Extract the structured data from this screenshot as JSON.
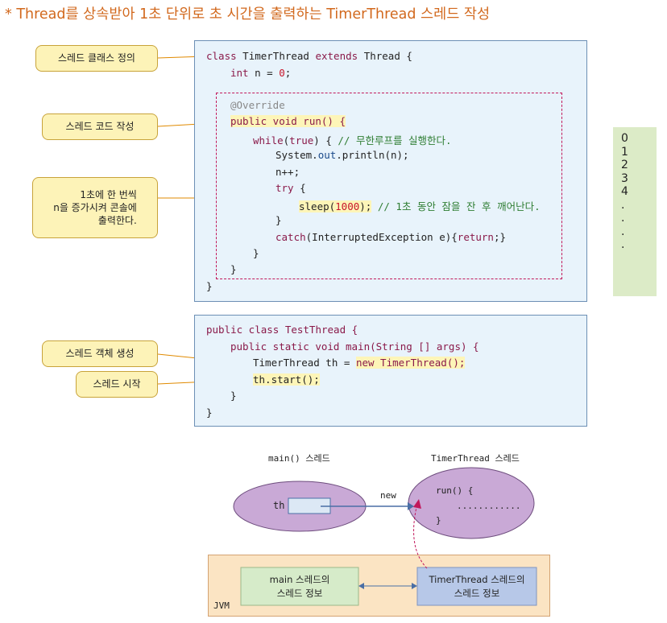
{
  "title": "* Thread를 상속받아 1초 단위로 초 시간을 출력하는 TimerThread 스레드 작성",
  "callouts": {
    "class_def": "스레드 클래스 정의",
    "thread_code": "스레드 코드 작성",
    "increment_line1": "1초에 한 번씩",
    "increment_line2": "n을 증가시켜 콘솔에",
    "increment_line3": "출력한다.",
    "create_object": "스레드 객체 생성",
    "start_thread": "스레드 시작"
  },
  "code1": {
    "l1_kw": "class",
    "l1_name": " TimerThread ",
    "l1_kw2": "extends",
    "l1_rest": " Thread {",
    "l2_kw": "int",
    "l2_a": " n = ",
    "l2_num": "0",
    "l2_b": ";",
    "l3": "@Override",
    "l4": "public void run() {",
    "l5_kw": "while",
    "l5_a": "(",
    "l5_kw2": "true",
    "l5_b": ") { ",
    "l5_cmt": "// 무한루프를 실행한다.",
    "l6_a": "System.",
    "l6_out": "out",
    "l6_b": ".println(n);",
    "l7": "n++;",
    "l8_kw": "try",
    "l8_b": " {",
    "l9_a": "sleep(",
    "l9_num": "1000",
    "l9_b": ");",
    "l9_cmt": " // 1초 동안 잠을 잔 후 깨어난다.",
    "l10": "}",
    "l11_kw": "catch",
    "l11_a": "(InterruptedException e){",
    "l11_kw2": "return",
    "l11_b": ";}",
    "l12": "}",
    "l13": "}",
    "l14": "}"
  },
  "code2": {
    "l1": "public class TestThread {",
    "l2": "public static void main(String [] args) {",
    "l3_a": "TimerThread th = ",
    "l3_b": "new TimerThread();",
    "l4": "th.start();",
    "l5": "}",
    "l6": "}"
  },
  "output": [
    "0",
    "1",
    "2",
    "3",
    "4",
    ".",
    ".",
    ".",
    "."
  ],
  "diagram": {
    "main_label": "main() 스레드",
    "timer_label": "TimerThread 스레드",
    "th": "th",
    "new": "new",
    "run_l1": "run() {",
    "run_l2": "............",
    "run_l3": "}",
    "jvm": "JVM",
    "main_info_l1": "main 스레드의",
    "main_info_l2": "스레드 정보",
    "timer_info_l1": "TimerThread 스레드의",
    "timer_info_l2": "스레드 정보"
  },
  "colors": {
    "title": "#d2691e",
    "code_bg": "#e8f3fb",
    "callout_bg": "#fdf3b8",
    "output_bg": "#dcebc7",
    "ellipse": "#c9a9d6",
    "jvm_bg": "#fbe4c3",
    "main_info_bg": "#d6ebc9",
    "timer_info_bg": "#b7c8e8"
  }
}
